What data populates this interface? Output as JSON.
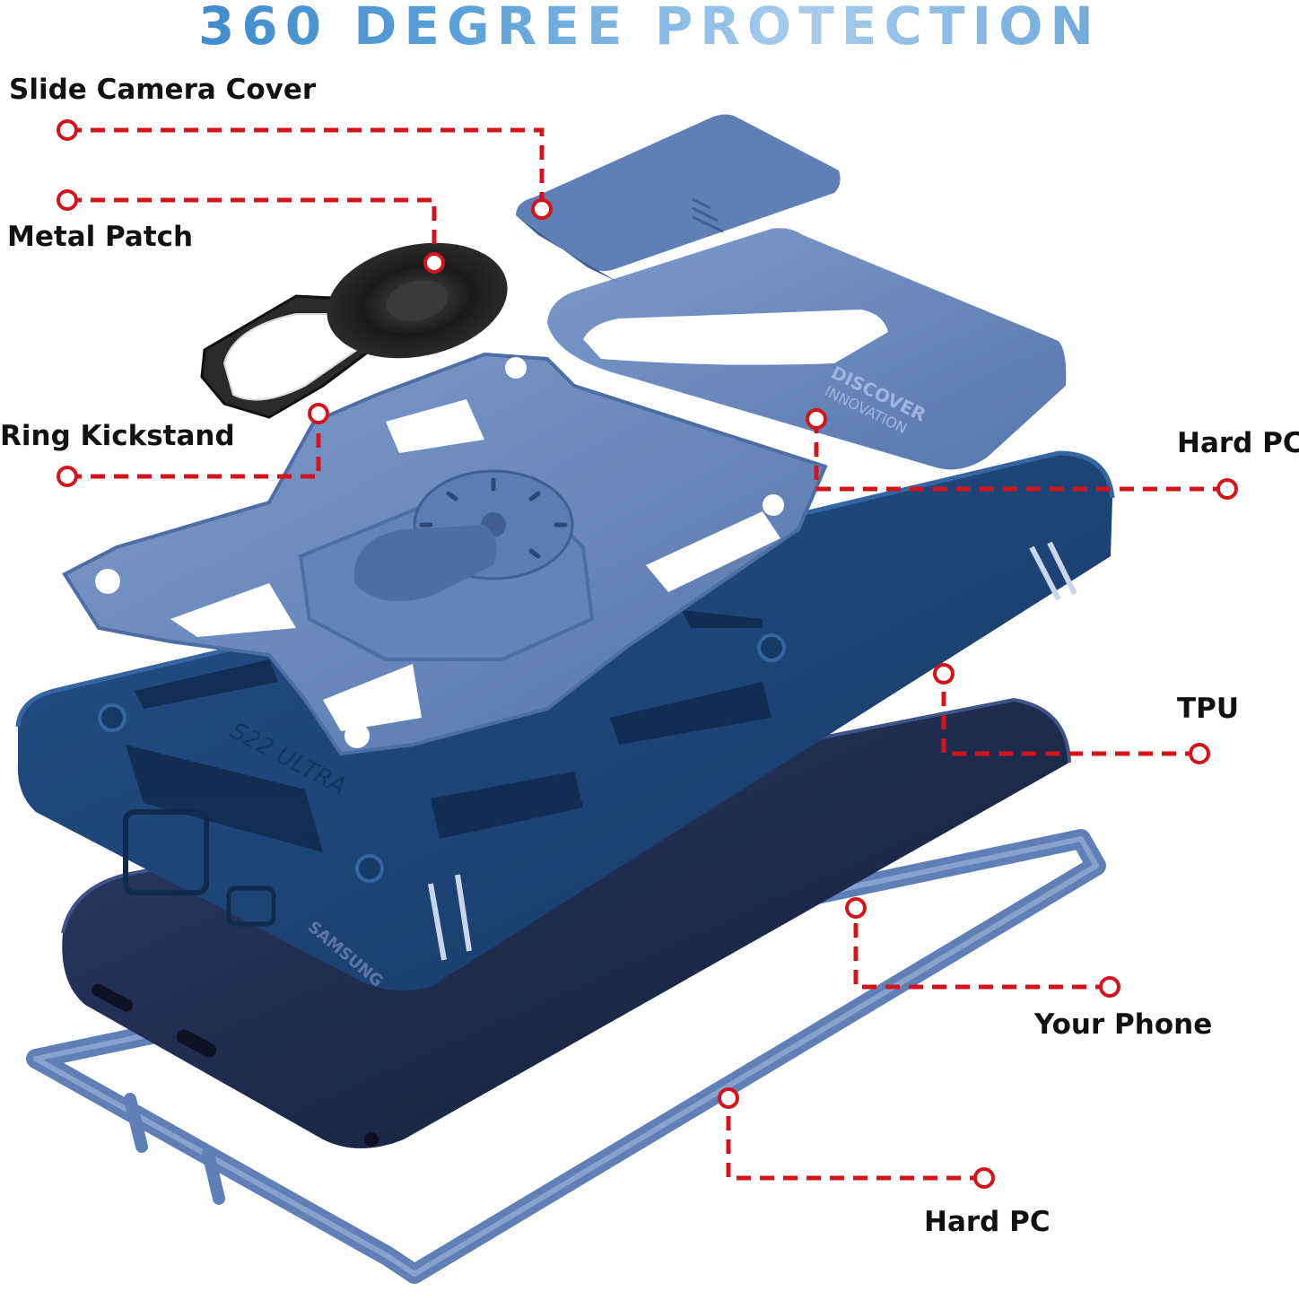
{
  "title": "360 DEGREE PROTECTION",
  "labels": {
    "slide_camera_cover": "Slide Camera Cover",
    "metal_patch": "Metal Patch",
    "ring_kickstand": "Ring Kickstand",
    "hard_pc_top": "Hard PC",
    "tpu": "TPU",
    "your_phone": "Your Phone",
    "hard_pc_bottom": "Hard PC"
  },
  "engravings": {
    "tpu_model": "S22 ULTRA",
    "pc_slogan_1": "DISCOVER",
    "pc_slogan_2": "INNOVATION",
    "phone_brand": "SAMSUNG"
  },
  "colors": {
    "callout_red": "#d4141b",
    "title_blue": "#2e7cc4",
    "pc_light_blue": "#6b8cc0",
    "tpu_navy": "#1e4a7c",
    "phone_dark": "#1c2a4c",
    "ring_black": "#1a1a1a"
  },
  "icons": [
    "ring-kickstand-icon",
    "camera-slider-icon",
    "callout-dot-icon"
  ]
}
